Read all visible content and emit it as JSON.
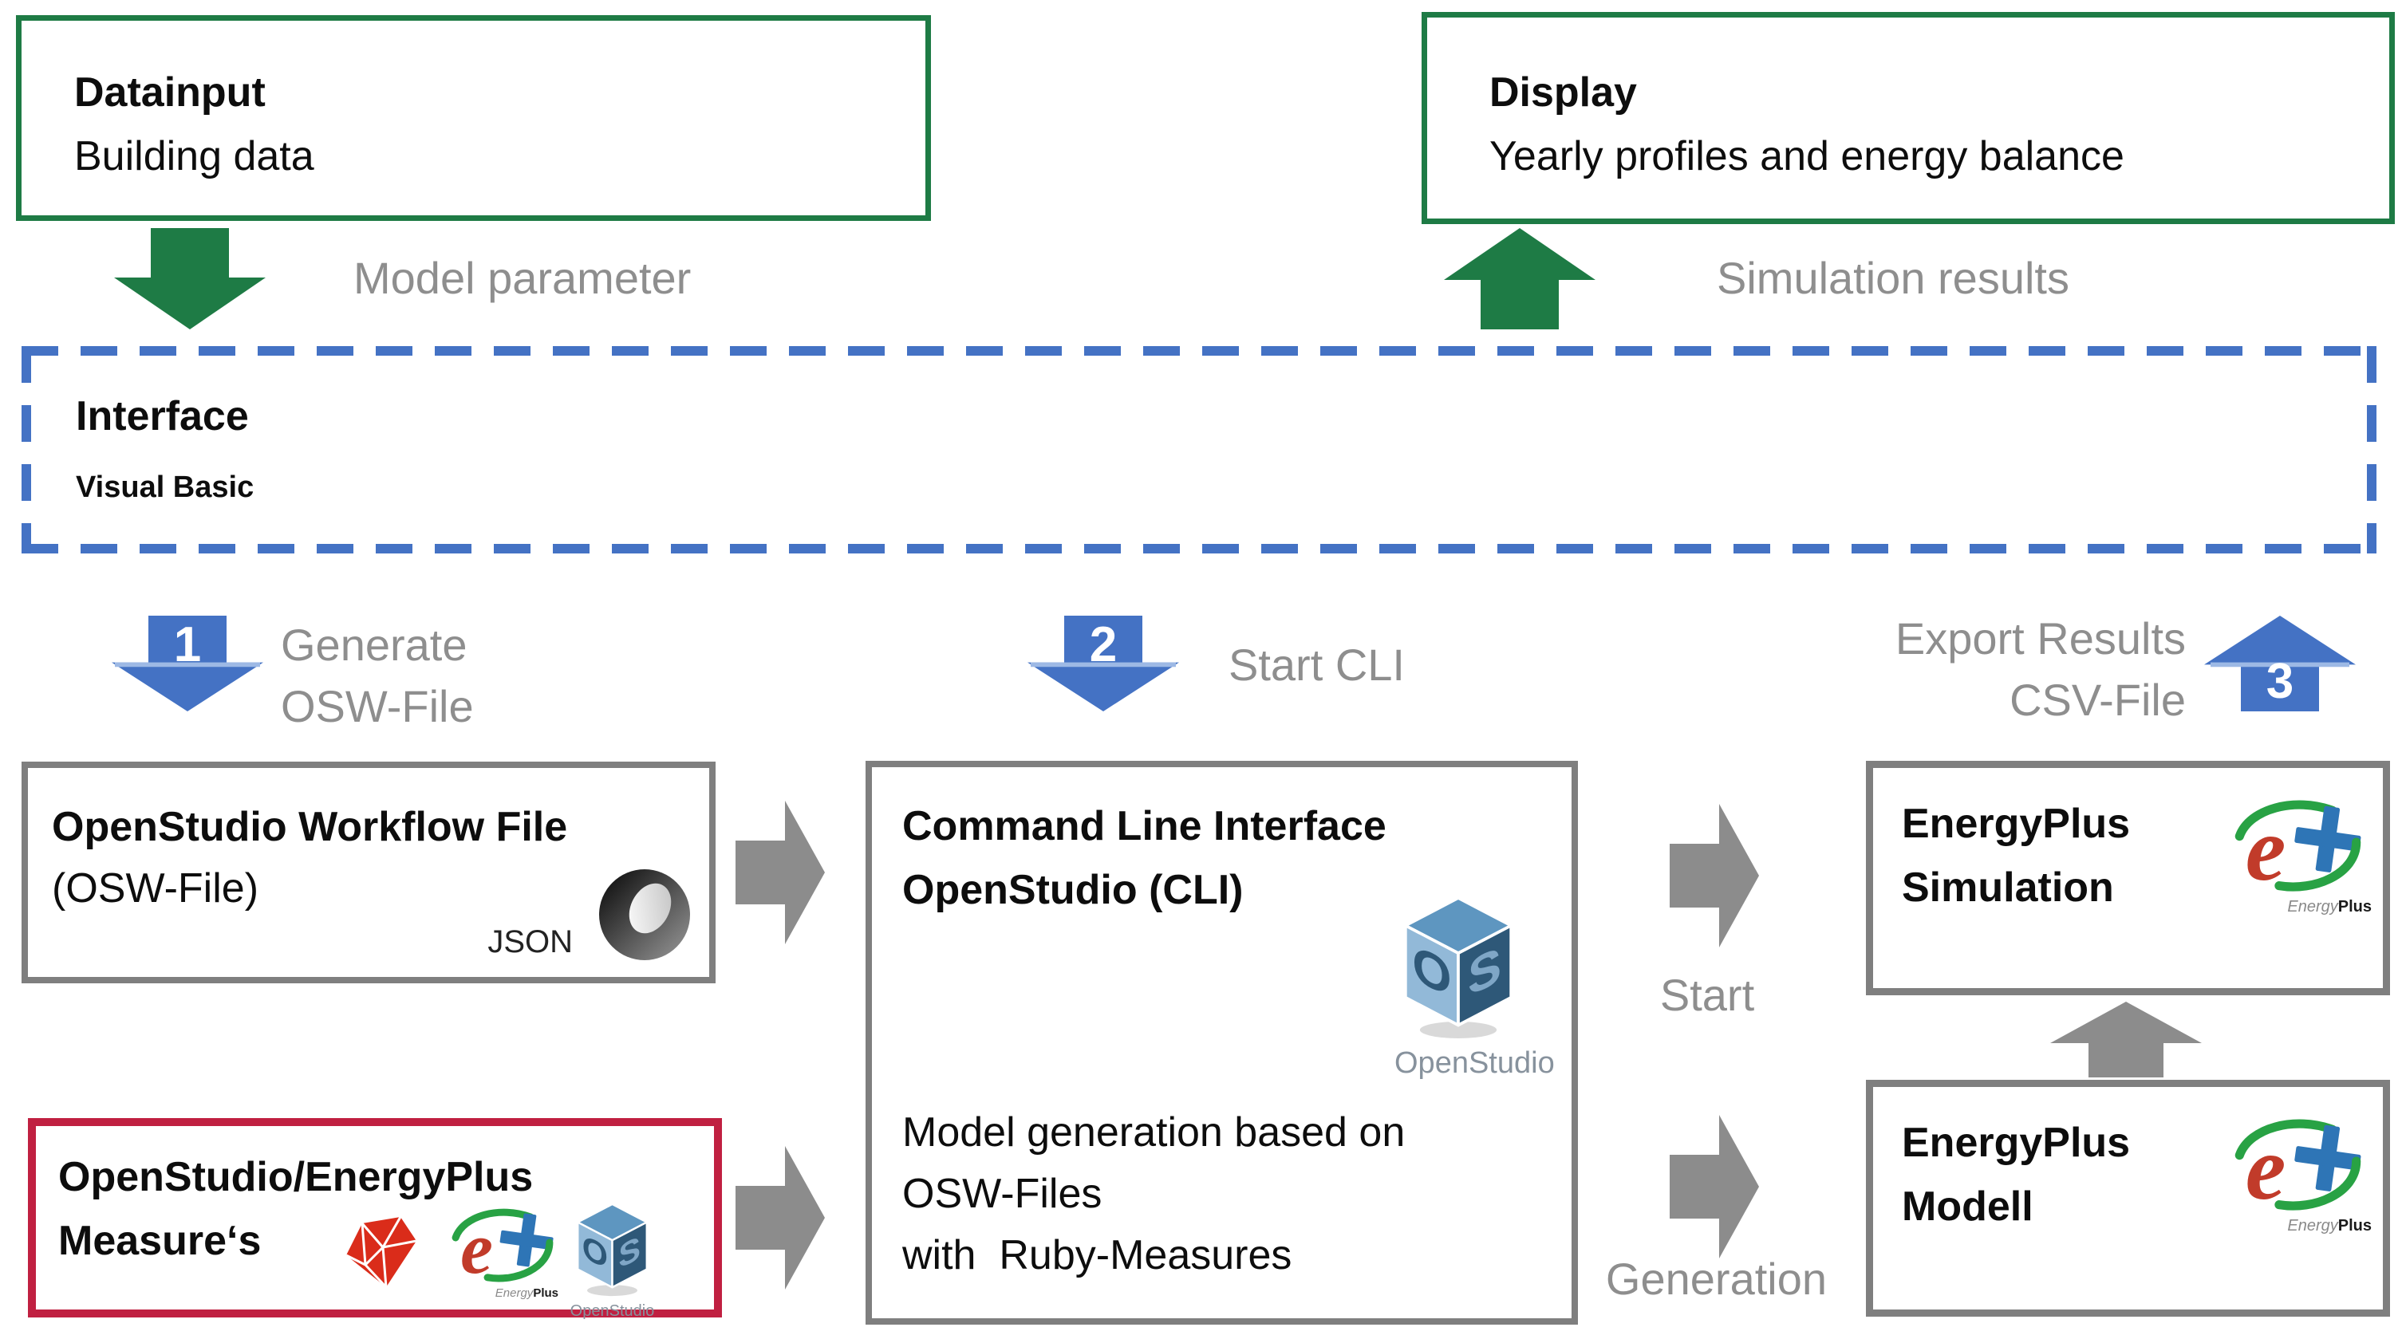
{
  "datainput": {
    "title": "Datainput",
    "subtitle": "Building data"
  },
  "display": {
    "title": "Display",
    "subtitle": "Yearly profiles and energy balance"
  },
  "flow_labels": {
    "model_parameter": "Model parameter",
    "simulation_results": "Simulation results",
    "start": "Start",
    "generation": "Generation"
  },
  "interface": {
    "title": "Interface",
    "subtitle": "Visual Basic"
  },
  "steps": {
    "one": {
      "number": "1",
      "line1": "Generate",
      "line2": "OSW-File"
    },
    "two": {
      "number": "2",
      "line1": "Start CLI"
    },
    "three": {
      "number": "3",
      "line1": "Export Results",
      "line2": "CSV-File"
    }
  },
  "osw_box": {
    "title": "OpenStudio Workflow File",
    "subtitle": "(OSW-File)",
    "json_label": "JSON"
  },
  "measures_box": {
    "line1": "OpenStudio/EnergyPlus",
    "line2": "Measure‘s"
  },
  "cli_box": {
    "line1": "Command Line Interface",
    "line2": "OpenStudio (CLI)",
    "body1": "Model generation based on",
    "body2": "OSW-Files",
    "body3": "with  Ruby-Measures"
  },
  "ep_simulation_box": {
    "line1": "EnergyPlus",
    "line2": "Simulation"
  },
  "ep_model_box": {
    "line1": "EnergyPlus",
    "line2": "Modell"
  },
  "icons": {
    "openstudio": {
      "left_letter": "O",
      "right_letter": "S",
      "caption": "OpenStudio"
    },
    "energyplus": {
      "caption_light": "Energy",
      "caption_bold": "Plus"
    }
  },
  "colors": {
    "green": "#1E7B45",
    "blue": "#4472C4",
    "blue_bevel": "#9DB9E5",
    "gray_arrow": "#8C8C8C",
    "gray_border": "#7F7F7F",
    "red_border": "#C02041",
    "label_gray": "#8E8E8E"
  }
}
